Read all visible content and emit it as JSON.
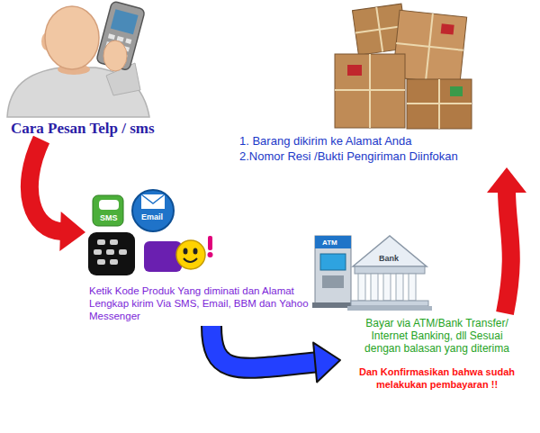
{
  "diagram": {
    "nodes": [
      {
        "text": [
          "Cara Pesan Telp / sms"
        ]
      },
      {
        "text": [
          "Ketik Kode Produk Yang diminati dan Alamat Lengkap kirim Via SMS, Email, BBM dan Yahoo Messenger"
        ]
      },
      {
        "text": [
          "Bayar via ATM/Bank Transfer/ Internet Banking, dll Sesuai dengan balasan yang diterima",
          "Dan Konfirmasikan bahwa sudah melakukan pembayaran !!"
        ]
      },
      {
        "text": [
          "1. Barang dikirim ke Alamat Anda",
          "2.Nomor Resi /Bukti Pengiriman Diinfokan"
        ]
      }
    ],
    "edges": [
      {
        "from": 0,
        "to": 1,
        "arrow": "to"
      },
      {
        "from": 1,
        "to": 2,
        "arrow": "to"
      },
      {
        "from": 2,
        "to": 3,
        "arrow": "to"
      }
    ],
    "labels": [
      "SMS",
      "Email",
      "ATM",
      "Bank"
    ]
  }
}
